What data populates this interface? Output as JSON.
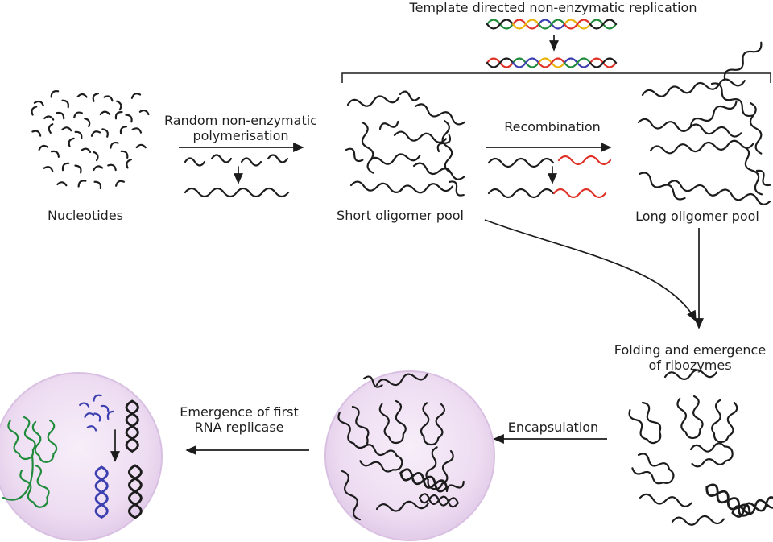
{
  "diagram": {
    "title": "Template directed non-enzymatic replication",
    "nucleotides_label": "Nucleotides",
    "random_polymerisation": {
      "line1": "Random non-enzymatic",
      "line2": "polymerisation"
    },
    "short_oligomer_label": "Short oligomer pool",
    "recombination_label": "Recombination",
    "long_oligomer_label": "Long oligomer pool",
    "folding": {
      "line1": "Folding and emergence",
      "line2": "of ribozymes"
    },
    "encapsulation_label": "Encapsulation",
    "emergence": {
      "line1": "Emergence of first",
      "line2": "RNA replicase"
    }
  },
  "colors": {
    "ink": "#1c1c1c",
    "red_strand": "#e03127",
    "green_strand": "#1f8b3b",
    "blue_strand": "#3c3fb0",
    "yellow_strand": "#eab308",
    "protocell_fill": "#eeddf2",
    "protocell_edge": "#d9c0e2"
  }
}
